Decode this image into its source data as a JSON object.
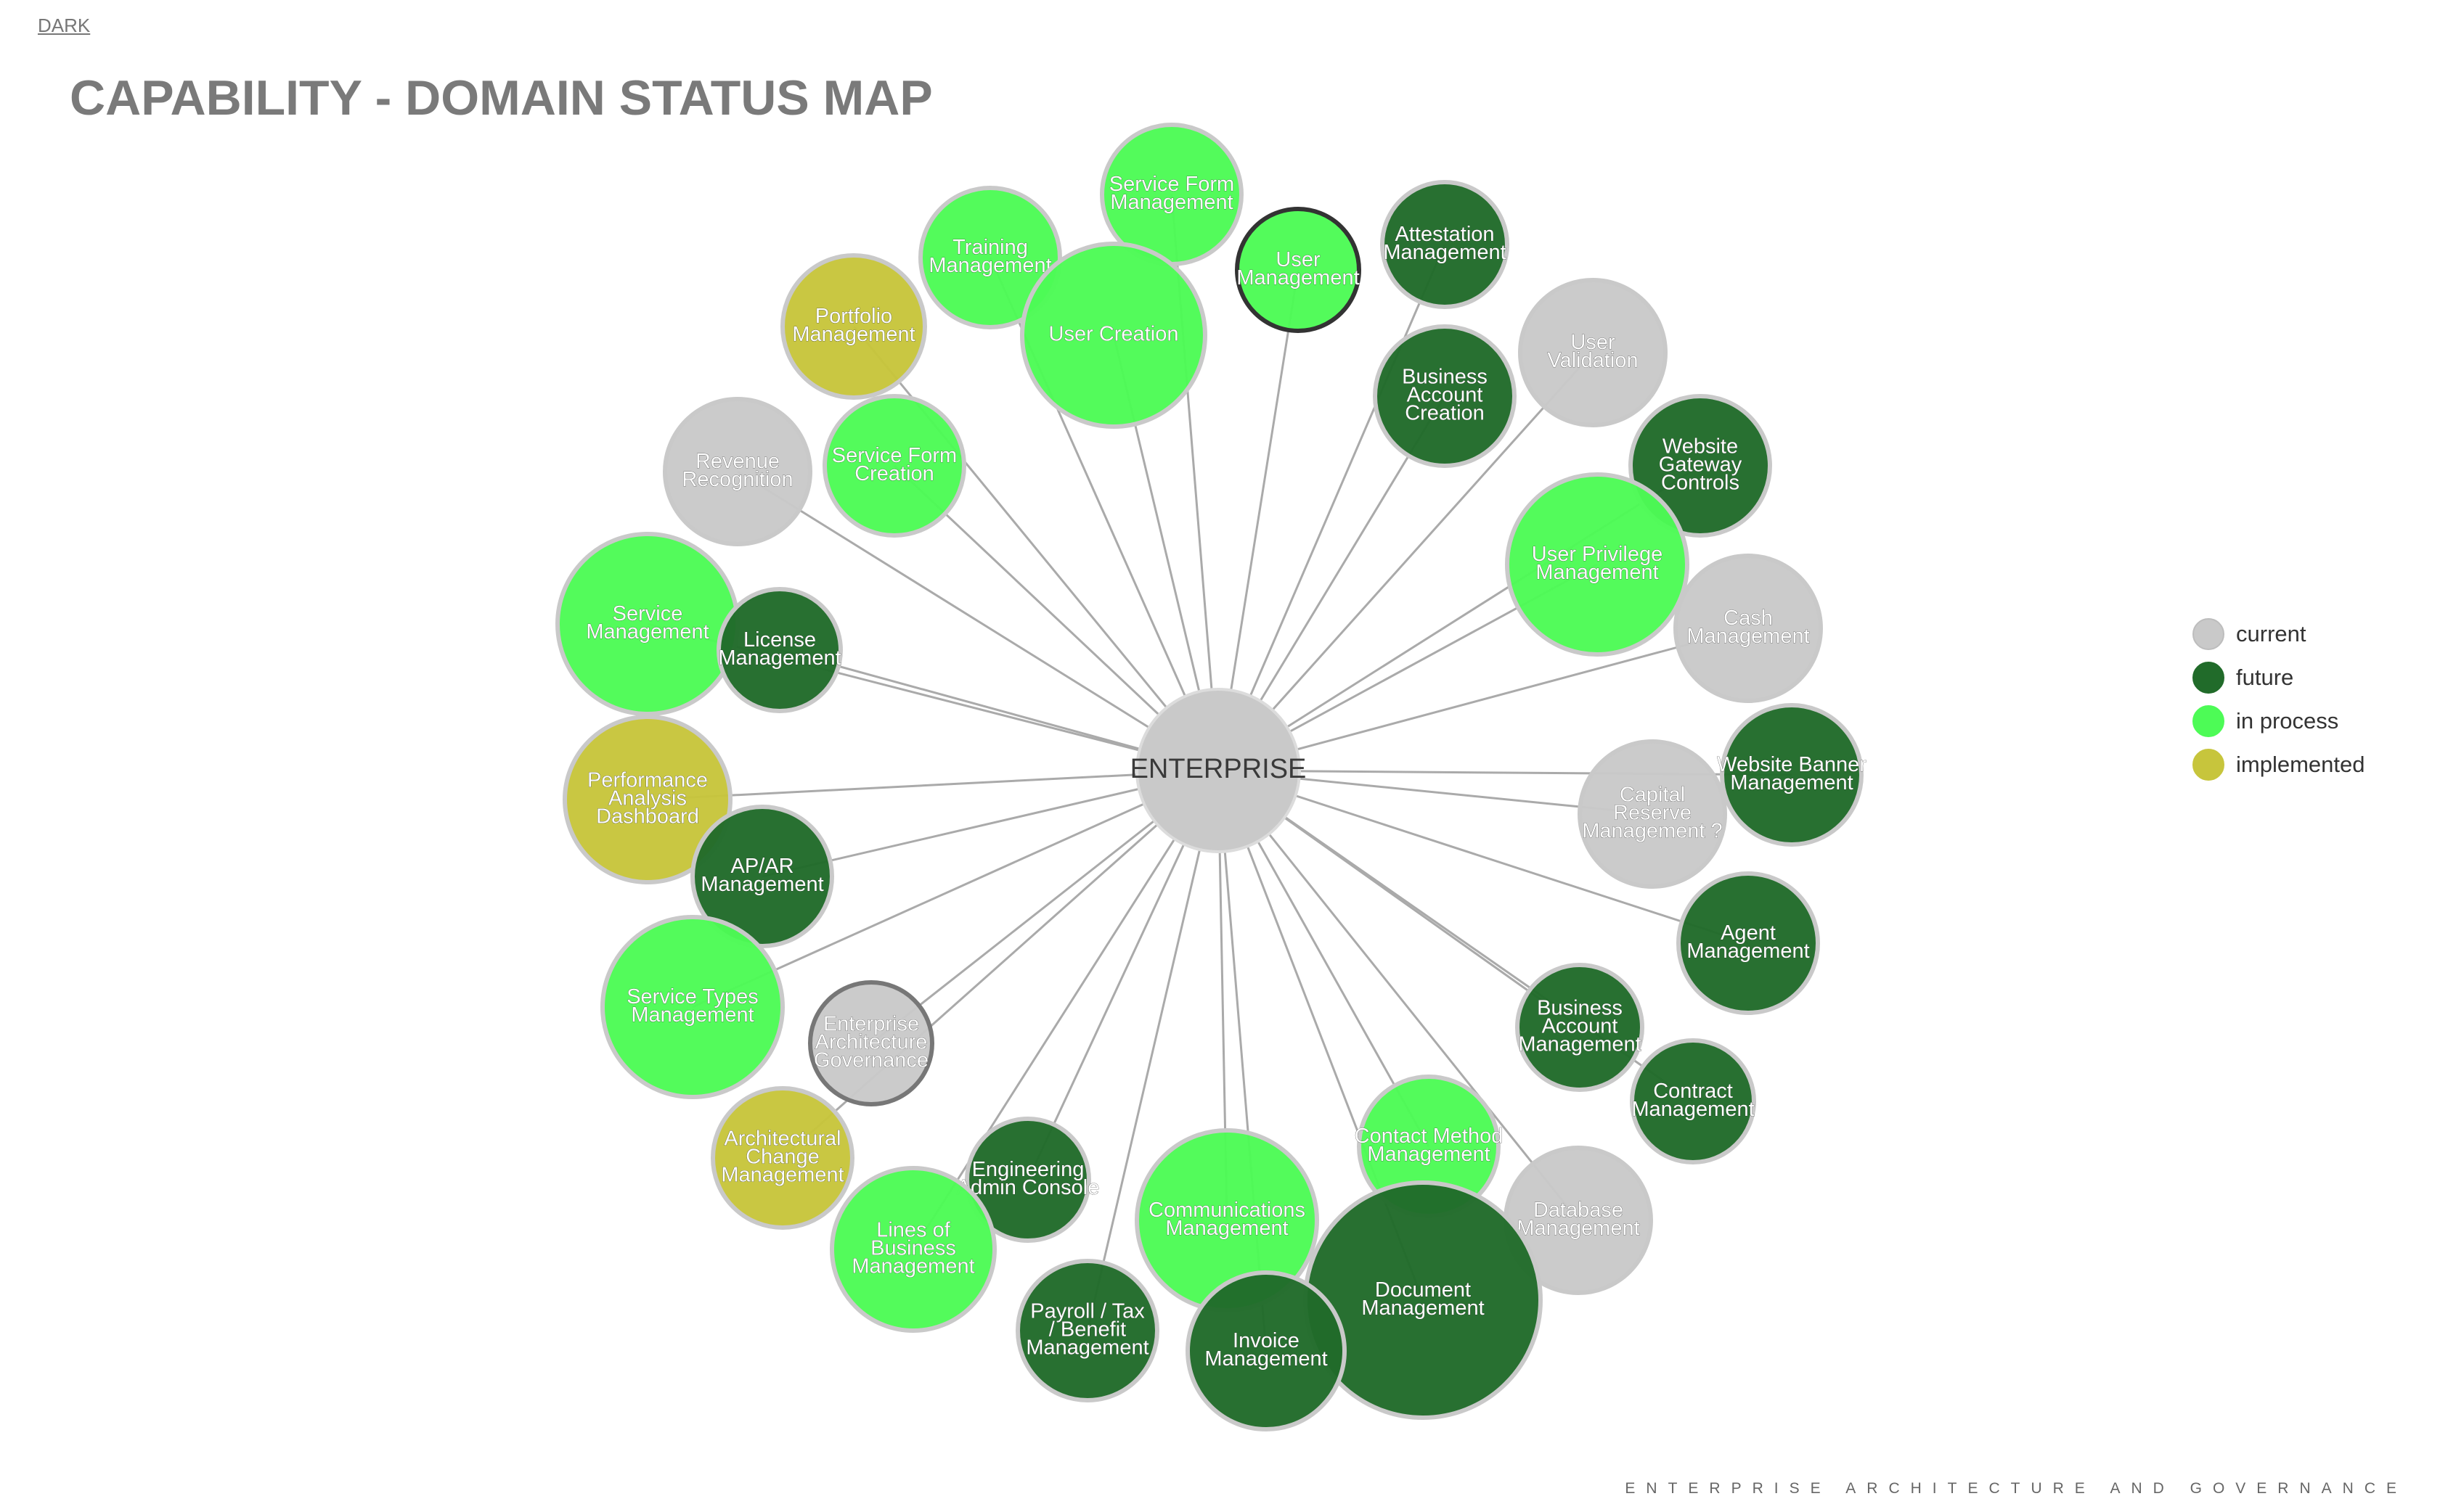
{
  "header": {
    "theme_toggle": "DARK",
    "title": "CAPABILITY - DOMAIN STATUS MAP"
  },
  "colors": {
    "current": "#c9c9c9",
    "future": "#216b2a",
    "in_process": "#4dfb56",
    "implemented": "#c7c53c",
    "edge": "#aaaaaa",
    "node_border": "#c9c9c9"
  },
  "legend": [
    {
      "label": "current",
      "status": "current"
    },
    {
      "label": "future",
      "status": "future"
    },
    {
      "label": "in process",
      "status": "in_process"
    },
    {
      "label": "implemented",
      "status": "implemented"
    }
  ],
  "center": {
    "label": "ENTERPRISE",
    "status": "current"
  },
  "nodes": [
    {
      "id": "service-form-management",
      "lines": [
        "Service Form",
        "Management"
      ],
      "status": "in_process"
    },
    {
      "id": "training-management",
      "lines": [
        "Training",
        "Management"
      ],
      "status": "in_process"
    },
    {
      "id": "user-management",
      "lines": [
        "User",
        "Management"
      ],
      "status": "in_process"
    },
    {
      "id": "attestation-management",
      "lines": [
        "Attestation",
        "Management"
      ],
      "status": "future"
    },
    {
      "id": "portfolio-management",
      "lines": [
        "Portfolio",
        "Management"
      ],
      "status": "implemented"
    },
    {
      "id": "user-creation",
      "lines": [
        "User Creation"
      ],
      "status": "in_process"
    },
    {
      "id": "user-validation",
      "lines": [
        "User",
        "Validation"
      ],
      "status": "current"
    },
    {
      "id": "business-account-creation",
      "lines": [
        "Business",
        "Account",
        "Creation"
      ],
      "status": "future"
    },
    {
      "id": "revenue-recognition",
      "lines": [
        "Revenue",
        "Recognition"
      ],
      "status": "current"
    },
    {
      "id": "service-form-creation",
      "lines": [
        "Service Form",
        "Creation"
      ],
      "status": "in_process"
    },
    {
      "id": "website-gateway-controls",
      "lines": [
        "Website",
        "Gateway",
        "Controls"
      ],
      "status": "future"
    },
    {
      "id": "user-privilege-management",
      "lines": [
        "User Privilege",
        "Management"
      ],
      "status": "in_process"
    },
    {
      "id": "cash-management",
      "lines": [
        "Cash",
        "Management"
      ],
      "status": "current"
    },
    {
      "id": "service-management",
      "lines": [
        "Service",
        "Management"
      ],
      "status": "in_process"
    },
    {
      "id": "license-management",
      "lines": [
        "License",
        "Management"
      ],
      "status": "future"
    },
    {
      "id": "website-banner-management",
      "lines": [
        "Website Banner",
        "Management"
      ],
      "status": "future"
    },
    {
      "id": "performance-analysis-dashboard",
      "lines": [
        "Performance",
        "Analysis",
        "Dashboard"
      ],
      "status": "implemented"
    },
    {
      "id": "capital-reserve-management",
      "lines": [
        "Capital",
        "Reserve",
        "Management ?"
      ],
      "status": "current"
    },
    {
      "id": "ap-ar-management",
      "lines": [
        "AP/AR",
        "Management"
      ],
      "status": "future"
    },
    {
      "id": "agent-management",
      "lines": [
        "Agent",
        "Management"
      ],
      "status": "future"
    },
    {
      "id": "service-types-management",
      "lines": [
        "Service Types",
        "Management"
      ],
      "status": "in_process"
    },
    {
      "id": "business-account-management",
      "lines": [
        "Business",
        "Account",
        "Management"
      ],
      "status": "future"
    },
    {
      "id": "enterprise-architecture-governance",
      "lines": [
        "Enterprise",
        "Architecture",
        "Governance"
      ],
      "status": "current"
    },
    {
      "id": "contract-management",
      "lines": [
        "Contract",
        "Management"
      ],
      "status": "future"
    },
    {
      "id": "contact-method-management",
      "lines": [
        "Contact Method",
        "Management"
      ],
      "status": "in_process"
    },
    {
      "id": "architectural-change-management",
      "lines": [
        "Architectural",
        "Change",
        "Management"
      ],
      "status": "implemented"
    },
    {
      "id": "engineering-admin-console",
      "lines": [
        "Engineering",
        "Admin Console"
      ],
      "status": "future"
    },
    {
      "id": "database-management",
      "lines": [
        "Database",
        "Management"
      ],
      "status": "current"
    },
    {
      "id": "communications-management",
      "lines": [
        "Communications",
        "Management"
      ],
      "status": "in_process"
    },
    {
      "id": "lines-of-business-management",
      "lines": [
        "Lines of",
        "Business",
        "Management"
      ],
      "status": "in_process"
    },
    {
      "id": "document-management",
      "lines": [
        "Document",
        "Management"
      ],
      "status": "future"
    },
    {
      "id": "payroll-tax-benefit-management",
      "lines": [
        "Payroll / Tax",
        "/ Benefit",
        "Management"
      ],
      "status": "future"
    },
    {
      "id": "invoice-management",
      "lines": [
        "Invoice",
        "Management"
      ],
      "status": "future"
    }
  ],
  "footer": {
    "text": "ENTERPRISE ARCHITECTURE AND GOVERNANCE"
  }
}
